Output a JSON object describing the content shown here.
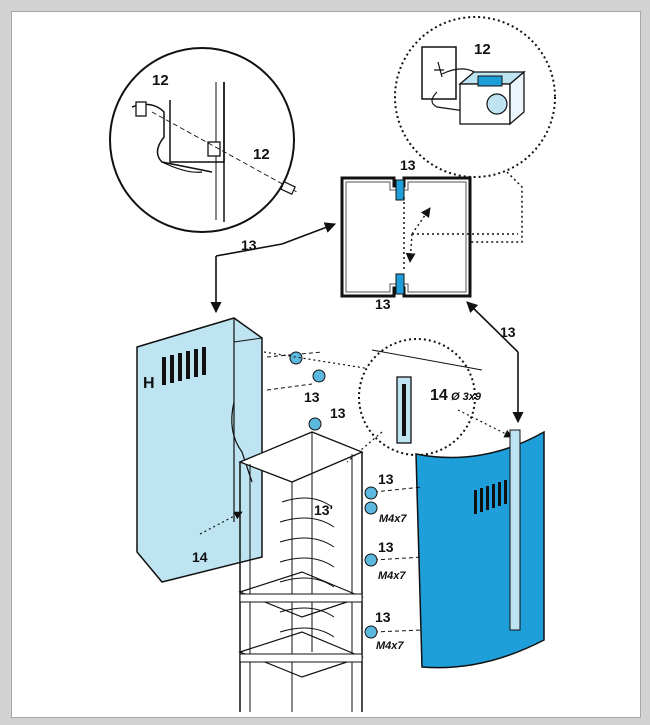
{
  "colors": {
    "background": "#d2d2d2",
    "panel": "#ffffff",
    "light_panel": "#bfe4f1",
    "dark_panel": "#1e9fd9",
    "line": "#111111"
  },
  "callouts": {
    "bracket_top": "12",
    "bracket_side": "12",
    "connector": "12",
    "section_top": "13",
    "section_bottom": "13",
    "left_arrow": "13",
    "right_arrow": "13",
    "screws_a": "13",
    "screws_b": "13",
    "frame_screw": "13'",
    "right_screws_1": "13",
    "right_screws_2": "13",
    "right_screws_3": "13",
    "tab_detail": "14",
    "tab_detail_dim": "Ø 3x9",
    "tab_front": "14",
    "panel_letter": "H",
    "screw_size_1": "M4x7",
    "screw_size_2": "M4x7",
    "screw_size_3": "M4x7"
  },
  "icons": [
    "screw-icon",
    "connector-icon",
    "vent-grille-icon"
  ]
}
